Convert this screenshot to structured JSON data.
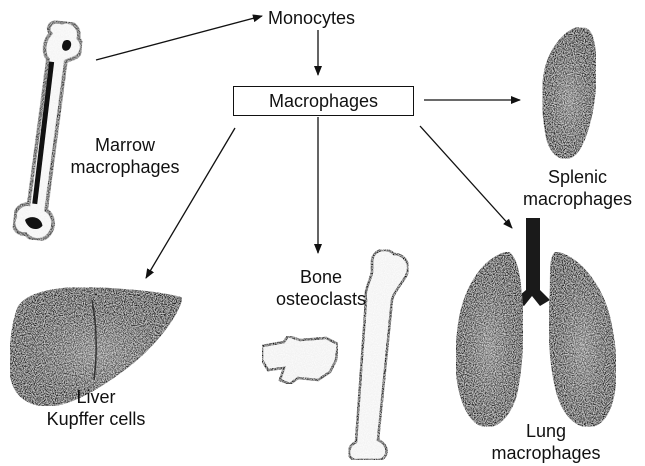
{
  "nodes": {
    "monocytes": "Monocytes",
    "macrophages": "Macrophages",
    "marrow": [
      "Marrow",
      "macrophages"
    ],
    "splenic": [
      "Splenic",
      "macrophages"
    ],
    "bone": [
      "Bone",
      "osteoclasts"
    ],
    "liver": [
      "Liver",
      "Kupffer cells"
    ],
    "lung": [
      "Lung",
      "macrophages"
    ]
  },
  "colors": {
    "ink": "#111111",
    "organ": "#1a1a1a",
    "bone_fill": "#f2f2f2"
  },
  "icons": [
    "femur-icon",
    "spleen-icon",
    "liver-icon",
    "vertebra-icon",
    "long-bone-icon",
    "lungs-icon"
  ]
}
